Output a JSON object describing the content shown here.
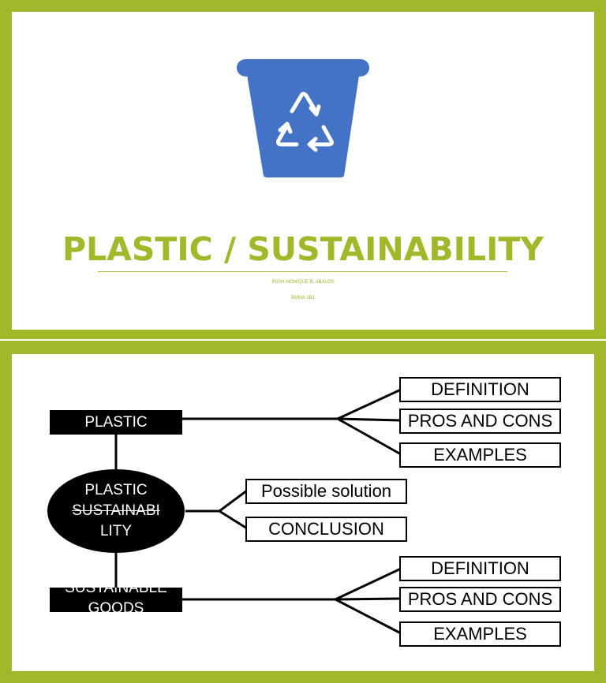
{
  "slide1": {
    "icon": "recycle-bin-icon",
    "icon_color": "#4472c4",
    "title": "PLASTIC / SUSTAINABILITY",
    "author": "IRISH MONIQUE B. ABALOS",
    "course": "BMMA 1B1",
    "accent_color": "#a3b72a"
  },
  "slide2": {
    "center_line1": "PLASTIC",
    "center_line2": "SUSTAINABI",
    "center_line3": "LITY",
    "plastic_label": "PLASTIC",
    "goods_line1": "SUSTAINABLE",
    "goods_line2": "GOODS",
    "plastic_branches": [
      "DEFINITION",
      "PROS AND CONS",
      "EXAMPLES"
    ],
    "center_branches": [
      "Possible solution",
      "CONCLUSION"
    ],
    "goods_branches": [
      "DEFINITION",
      "PROS AND CONS",
      "EXAMPLES"
    ]
  }
}
